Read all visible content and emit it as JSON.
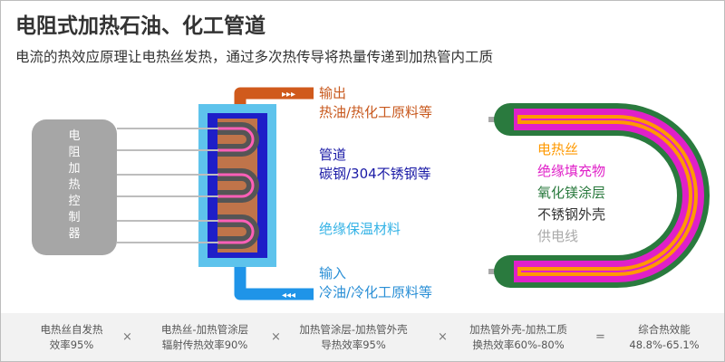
{
  "header": {
    "title": "电阻式加热石油、化工管道",
    "subtitle": "电流的热效应原理让电热丝发热，通过多次热传导将热量传递到加热管内工质"
  },
  "controller": {
    "label_chars": [
      "电",
      "阻",
      "加",
      "热",
      "控",
      "制",
      "器"
    ]
  },
  "labels": {
    "output_title": "输出",
    "output_desc": "热油/热化工原料等",
    "pipe_title": "管道",
    "pipe_desc": "碳钢/304不锈钢等",
    "insulation": "绝缘保温材料",
    "input_title": "输入",
    "input_desc": "冷油/冷化工原料等",
    "arrows_out": "▸▸▸",
    "arrows_in": "◂◂◂"
  },
  "legend": {
    "wire": "电热丝",
    "filler": "绝缘填充物",
    "coating": "氧化镁涂层",
    "shell": "不锈钢外壳",
    "lead": "供电线"
  },
  "colors": {
    "output": "#c8591e",
    "pipe_label": "#1a1aa6",
    "insulation_label": "#35b3e6",
    "input_label": "#2a8fd6",
    "wire": "#ff9900",
    "filler": "#e020c8",
    "coating": "#2a7a3e",
    "shell_text": "#333333",
    "lead_text": "#aaaaaa"
  },
  "efficiency": {
    "items": [
      {
        "line1": "电热丝自发热",
        "line2": "效率95%"
      },
      {
        "line1": "电热丝-加热管涂层",
        "line2": "辐射传热效率90%"
      },
      {
        "line1": "加热管涂层-加热管外壳",
        "line2": "导热效率95%"
      },
      {
        "line1": "加热管外壳-加热工质",
        "line2": "换热效率60%-80%"
      },
      {
        "line1": "综合热效能",
        "line2": "48.8%-65.1%"
      }
    ],
    "ops": [
      "×",
      "×",
      "×",
      "="
    ]
  }
}
